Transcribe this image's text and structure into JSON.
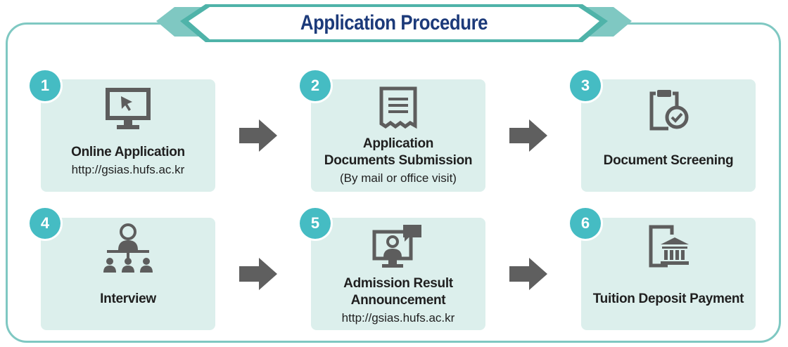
{
  "header": {
    "title": "Application Procedure"
  },
  "steps": [
    {
      "number": "1",
      "title": "Online Application",
      "subtitle": "http://gsias.hufs.ac.kr",
      "icon": "monitor-cursor-icon"
    },
    {
      "number": "2",
      "title_line1": "Application",
      "title_line2": "Documents Submission",
      "subtitle": "(By mail or office visit)",
      "icon": "document-icon"
    },
    {
      "number": "3",
      "title": "Document Screening",
      "icon": "clipboard-check-icon"
    },
    {
      "number": "4",
      "title": "Interview",
      "icon": "presenter-audience-icon"
    },
    {
      "number": "5",
      "title_line1": "Admission Result",
      "title_line2": "Announcement",
      "subtitle": "http://gsias.hufs.ac.kr",
      "icon": "monitor-person-chat-icon"
    },
    {
      "number": "6",
      "title": "Tuition Deposit Payment",
      "icon": "mobile-bank-icon"
    }
  ],
  "colors": {
    "accent": "#45bcc3",
    "card": "#dcefec",
    "border": "#7fc8c2",
    "title": "#1c3a7a",
    "icon": "#5d5d5d"
  }
}
